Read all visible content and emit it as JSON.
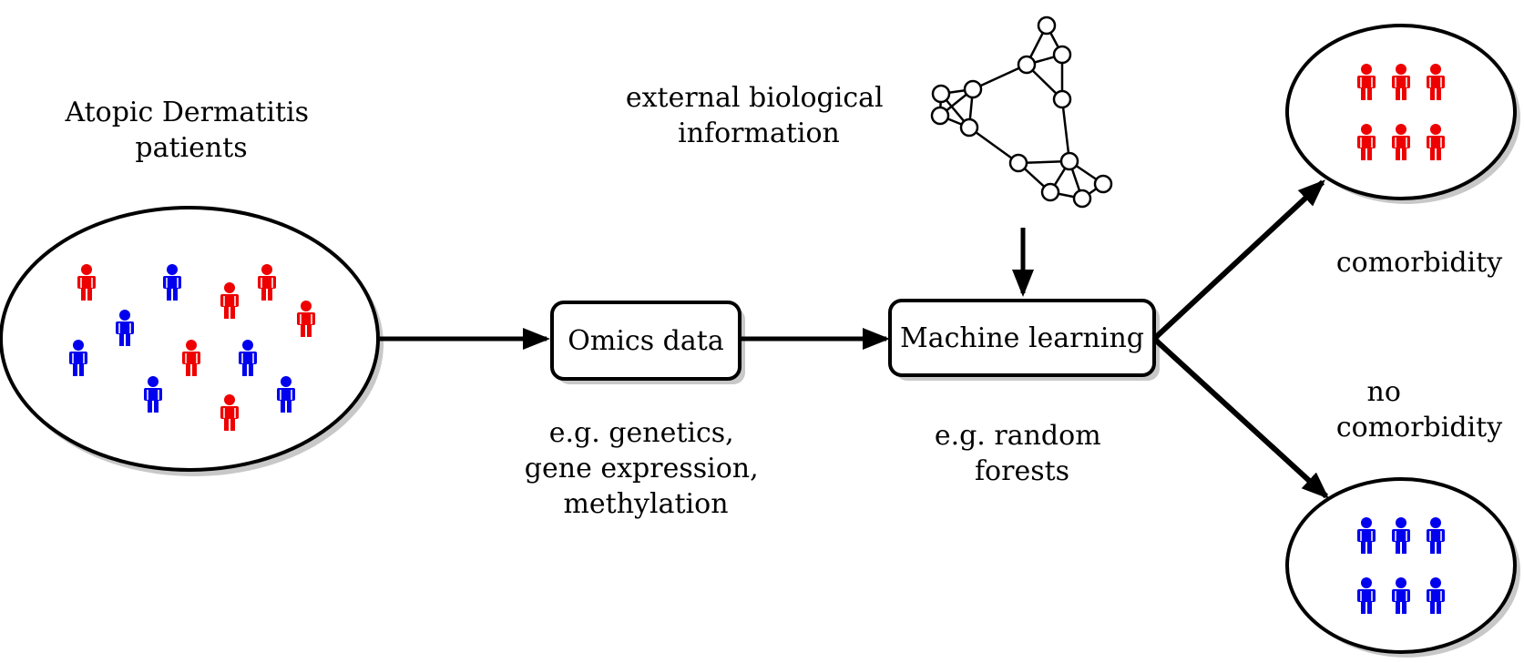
{
  "patients": {
    "title_lines": [
      "Atopic Dermatitis",
      "patients"
    ],
    "colors": {
      "comorbidity": "#ee0000",
      "no_comorbidity": "#0000ee"
    },
    "people": [
      {
        "group": "comorbidity"
      },
      {
        "group": "no_comorbidity"
      },
      {
        "group": "comorbidity"
      },
      {
        "group": "comorbidity"
      },
      {
        "group": "comorbidity"
      },
      {
        "group": "no_comorbidity"
      },
      {
        "group": "no_comorbidity"
      },
      {
        "group": "comorbidity"
      },
      {
        "group": "no_comorbidity"
      },
      {
        "group": "no_comorbidity"
      },
      {
        "group": "no_comorbidity"
      },
      {
        "group": "comorbidity"
      }
    ]
  },
  "omics": {
    "label": "Omics data",
    "example_lines": [
      "e.g. genetics,",
      "gene expression,",
      "methylation"
    ]
  },
  "external": {
    "label_lines": [
      "external biological",
      "information"
    ],
    "network_icon": "graph-network-icon"
  },
  "ml": {
    "label": "Machine learning",
    "example_lines": [
      "e.g. random",
      "forests"
    ]
  },
  "outcomes": {
    "comorbidity": {
      "label_lines": [
        "comorbidity"
      ],
      "count": 6
    },
    "no_comorbidity": {
      "label_lines": [
        "no",
        "comorbidity"
      ],
      "count": 6
    }
  }
}
